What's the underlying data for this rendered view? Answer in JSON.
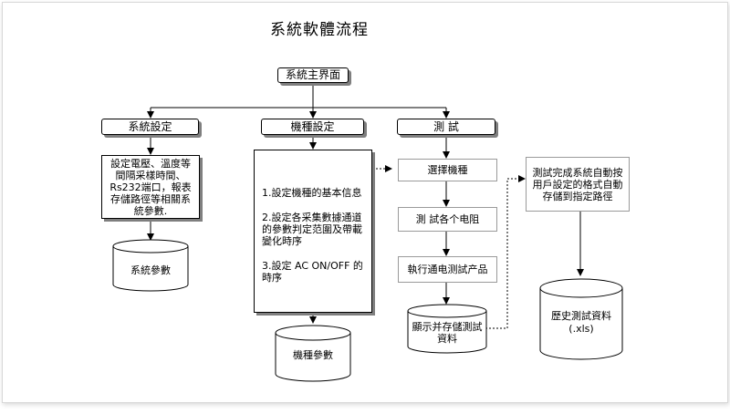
{
  "title": "系統軟體流程",
  "main_ui": "系統主界面",
  "system_settings": {
    "header": "系統設定",
    "description": "設定電壓、溫度等間隔采樣時間、Rs232端口，報表存儲路徑等相關系統參數.",
    "db": "系統參數"
  },
  "model_settings": {
    "header": "機種設定",
    "items": [
      "1.設定機種的基本信息",
      "2.設定各采集數據通道的參數判定范圍及帶載變化時序",
      "3.設定  AC ON/OFF 的時序"
    ],
    "db": "機種參數"
  },
  "test": {
    "header": "測  試",
    "steps": [
      "選擇機種",
      "測 試各个电阻",
      "執行通电测試产品"
    ],
    "db": "顯示并存儲測試資料"
  },
  "history": {
    "description": "測試完成系統自動按用戶設定的格式自動存儲到指定路徑",
    "db_line1": "歷史測試資料",
    "db_line2": "(.xls)"
  }
}
